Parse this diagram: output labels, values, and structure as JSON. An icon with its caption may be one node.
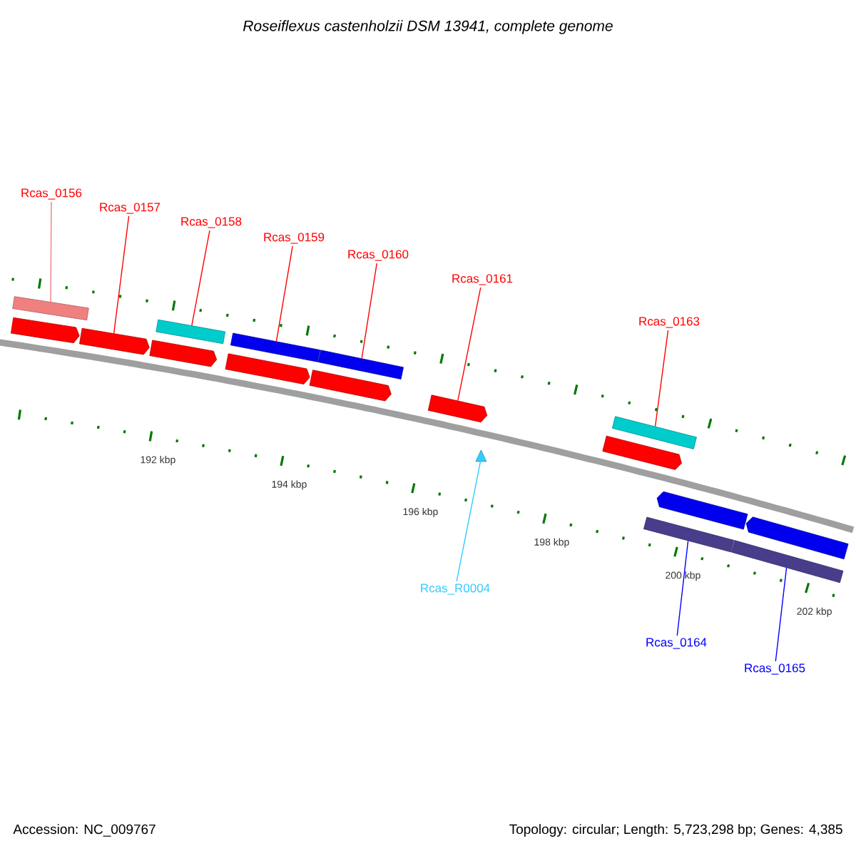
{
  "diagram": {
    "title": "Roseiflexus castenholzii DSM 13941, complete genome",
    "nodes": [
      {
        "text": [
          "Rcas_0156"
        ]
      },
      {
        "text": [
          "Rcas_0157"
        ]
      },
      {
        "text": [
          "Rcas_0158"
        ]
      },
      {
        "text": [
          "Rcas_0159"
        ]
      },
      {
        "text": [
          "Rcas_0160"
        ]
      },
      {
        "text": [
          "Rcas_0161"
        ]
      },
      {
        "text": [
          "Rcas_0163"
        ]
      },
      {
        "text": [
          "Rcas_R0004"
        ]
      },
      {
        "text": [
          "Rcas_0164"
        ]
      },
      {
        "text": [
          "Rcas_0165"
        ]
      },
      {
        "text": [],
        "shape": "bar"
      },
      {
        "text": [],
        "shape": "pentagon"
      },
      {
        "text": [],
        "shape": "pentagon"
      },
      {
        "text": [],
        "shape": "bar"
      },
      {
        "text": [],
        "shape": "pentagon"
      },
      {
        "text": [],
        "shape": "bar"
      },
      {
        "text": [],
        "shape": "pentagon"
      },
      {
        "text": [],
        "shape": "bar"
      },
      {
        "text": [],
        "shape": "pentagon"
      },
      {
        "text": [],
        "shape": "pentagon"
      },
      {
        "text": [],
        "shape": "bar"
      },
      {
        "text": [],
        "shape": "pentagon"
      },
      {
        "text": [],
        "shape": "triangle"
      },
      {
        "text": [],
        "shape": "pentagon"
      },
      {
        "text": [],
        "shape": "bar"
      },
      {
        "text": [],
        "shape": "pentagon"
      },
      {
        "text": [],
        "shape": "bar"
      }
    ],
    "edges": [
      {
        "from": 0,
        "to": 10,
        "arrow": "none",
        "color": "#f08080"
      },
      {
        "from": 1,
        "to": 12,
        "arrow": "none"
      },
      {
        "from": 2,
        "to": 13,
        "arrow": "none"
      },
      {
        "from": 3,
        "to": 15,
        "arrow": "none"
      },
      {
        "from": 4,
        "to": 17,
        "arrow": "none"
      },
      {
        "from": 5,
        "to": 19,
        "arrow": "none"
      },
      {
        "from": 6,
        "to": 20,
        "arrow": "none"
      },
      {
        "from": 7,
        "to": 22,
        "arrow": "none",
        "color": "#33ccff"
      },
      {
        "from": 8,
        "to": 24,
        "arrow": "none",
        "color": "#0000ff"
      },
      {
        "from": 9,
        "to": 26,
        "arrow": "none",
        "color": "#0000ff"
      }
    ],
    "labels": [
      "192 kbp",
      "194 kbp",
      "196 kbp",
      "198 kbp",
      "200 kbp",
      "202 kbp",
      "Accession: NC_009767",
      "Topology: circular; Length: 5,723,298 bp; Genes: 4,385"
    ]
  }
}
